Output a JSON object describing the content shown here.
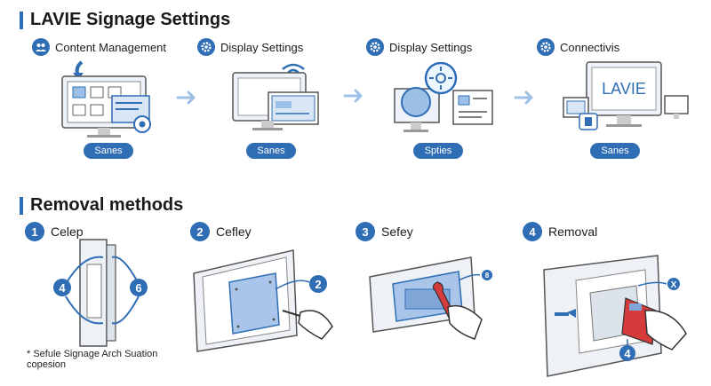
{
  "settings": {
    "title": "LAVIE Signage Settings",
    "steps": [
      {
        "label": "Content Management",
        "icon": "people-icon",
        "badge": "Sanes"
      },
      {
        "label": "Display Settings",
        "icon": "gear-icon",
        "badge": "Sanes"
      },
      {
        "label": "Display Settings",
        "icon": "gear-icon",
        "badge": "Spties"
      },
      {
        "label": "Connectivis",
        "icon": "gear-icon",
        "badge": "Sanes"
      }
    ],
    "brand_text": "LAVIE"
  },
  "removal": {
    "title": "Removal methods",
    "steps": [
      {
        "number": "1",
        "label": "Celep"
      },
      {
        "number": "2",
        "label": "Cefley"
      },
      {
        "number": "3",
        "label": "Sefey"
      },
      {
        "number": "4",
        "label": "Removal"
      }
    ],
    "callouts": {
      "step1_left": "4",
      "step1_right": "6",
      "step2": "2",
      "step3": "8",
      "step4_x": "X",
      "step4_bottom": "4"
    },
    "note_line1": "* Sefule Signage Arch Suation",
    "note_line2": "copesion"
  },
  "colors": {
    "accent": "#2f6db5",
    "arrow": "#9cc0e6",
    "panel_fill": "#a9c6ea",
    "tool_red": "#d63b3b"
  }
}
